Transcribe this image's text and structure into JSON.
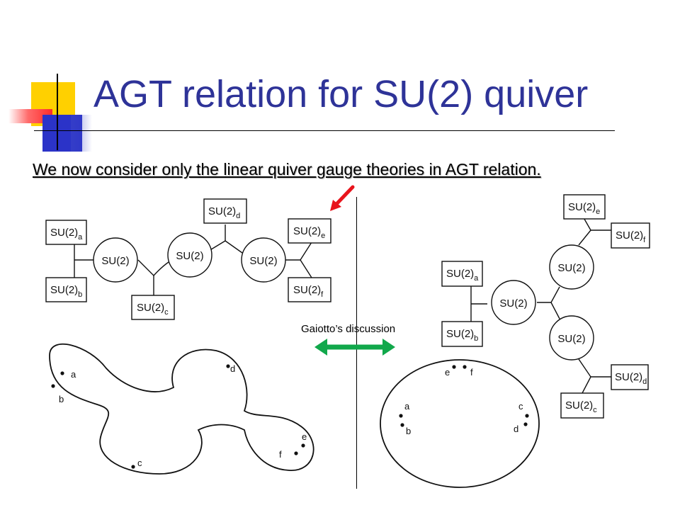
{
  "slide": {
    "title": "AGT relation for SU(2) quiver",
    "subtitle": "We now consider only the linear quiver gauge theories in AGT relation."
  },
  "left_quiver": {
    "boxes": [
      {
        "main": "SU(2)",
        "sub": "a"
      },
      {
        "main": "SU(2)",
        "sub": "b"
      },
      {
        "main": "SU(2)",
        "sub": "c"
      },
      {
        "main": "SU(2)",
        "sub": "d"
      },
      {
        "main": "SU(2)",
        "sub": "e"
      },
      {
        "main": "SU(2)",
        "sub": "f"
      }
    ],
    "nodes": [
      "SU(2)",
      "SU(2)",
      "SU(2)"
    ]
  },
  "left_surface": {
    "points": [
      "a",
      "b",
      "c",
      "d",
      "e",
      "f"
    ]
  },
  "right_quiver": {
    "boxes": [
      {
        "main": "SU(2)",
        "sub": "a"
      },
      {
        "main": "SU(2)",
        "sub": "b"
      },
      {
        "main": "SU(2)",
        "sub": "c"
      },
      {
        "main": "SU(2)",
        "sub": "d"
      },
      {
        "main": "SU(2)",
        "sub": "e"
      },
      {
        "main": "SU(2)",
        "sub": "f"
      }
    ],
    "nodes": [
      "SU(2)",
      "SU(2)",
      "SU(2)"
    ]
  },
  "right_surface": {
    "points": [
      "a",
      "b",
      "c",
      "d",
      "e",
      "f"
    ]
  },
  "annotation": {
    "label": "Gaiotto’s discussion"
  },
  "colors": {
    "title": "#2e3398",
    "pointer_arrow": "#e8141c",
    "double_arrow": "#11a84b",
    "deco_yellow": "#ffd000",
    "deco_blue": "#2b33c8",
    "deco_red": "#ff2b2b"
  }
}
